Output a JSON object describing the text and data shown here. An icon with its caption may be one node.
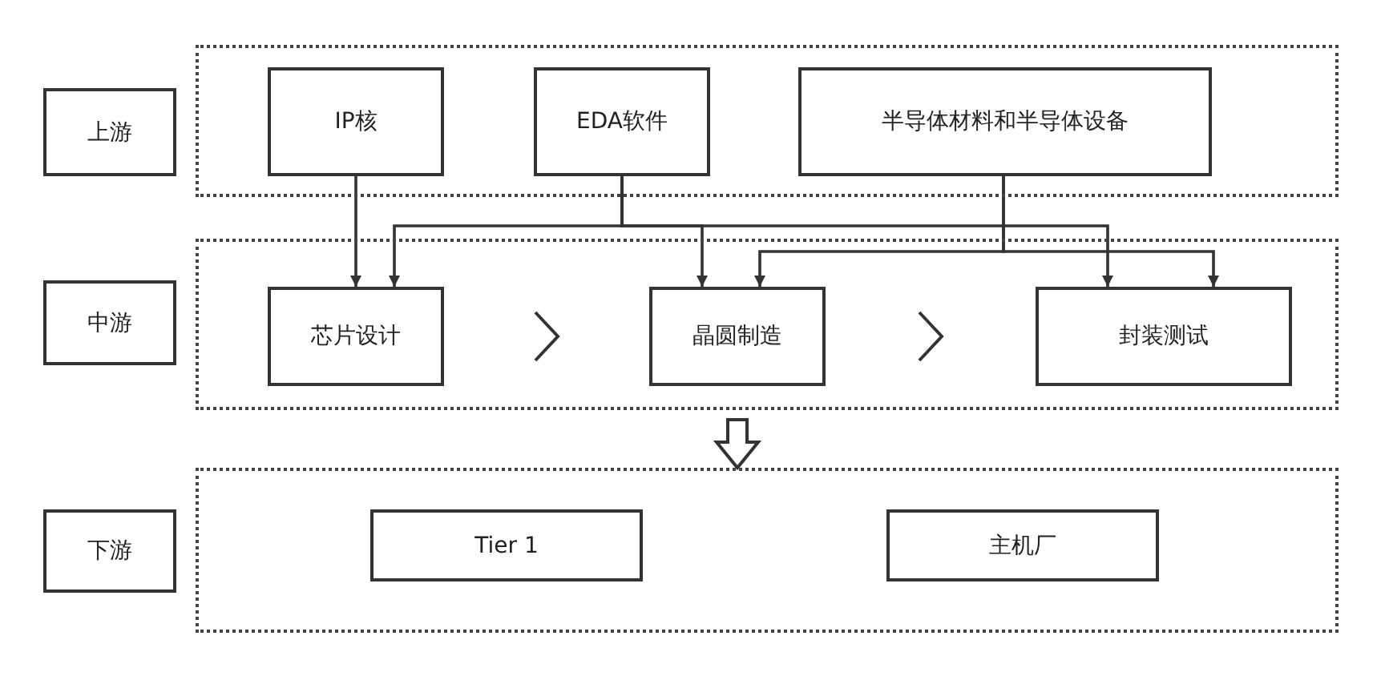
{
  "diagram": {
    "nodes": [
      {
        "text": [
          "上游"
        ]
      },
      {
        "text": [],
        "shape": "box"
      },
      {
        "text": [
          "IP核"
        ],
        "in": 1
      },
      {
        "text": [
          "EDA软件"
        ],
        "in": 1
      },
      {
        "text": [
          "半导体材料和半导体设备"
        ],
        "in": 1
      },
      {
        "text": [
          "中游"
        ]
      },
      {
        "text": [],
        "shape": "box"
      },
      {
        "text": [
          "芯片设计"
        ],
        "in": 6
      },
      {
        "text": [
          "晶圆制造"
        ],
        "in": 6
      },
      {
        "text": [
          "封装测试"
        ],
        "in": 6
      },
      {
        "text": [
          "下游"
        ]
      },
      {
        "text": [],
        "shape": "box"
      },
      {
        "text": [
          "Tier 1"
        ],
        "in": 11
      },
      {
        "text": [
          "主机厂"
        ],
        "in": 11
      }
    ],
    "edges": [
      {
        "from": 2,
        "to": 7,
        "arrow": "to"
      },
      {
        "from": 3,
        "to": 7,
        "arrow": "to"
      },
      {
        "from": 3,
        "to": 8,
        "arrow": "to"
      },
      {
        "from": 3,
        "to": 9,
        "arrow": "to"
      },
      {
        "from": 4,
        "to": 8,
        "arrow": "to"
      },
      {
        "from": 4,
        "to": 9,
        "arrow": "to"
      },
      {
        "from": 7,
        "to": 8,
        "arrow": "to"
      },
      {
        "from": 8,
        "to": 9,
        "arrow": "to"
      },
      {
        "from": 6,
        "to": 11,
        "arrow": "to",
        "style": "thick"
      }
    ]
  }
}
